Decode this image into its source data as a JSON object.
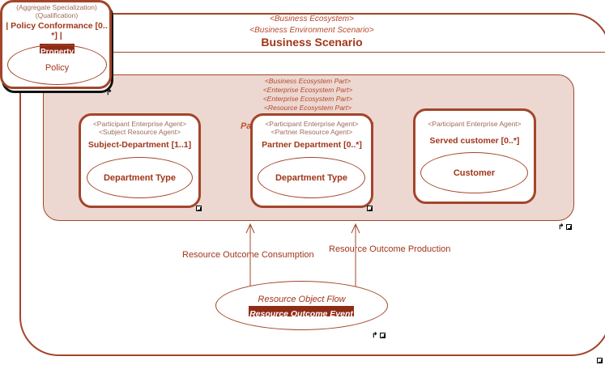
{
  "scenario": {
    "stereotype_1": "<Business Ecosystem>",
    "stereotype_2": "<Business Environment Scenario>",
    "title": "Business Scenario"
  },
  "policy_box": {
    "stereotype_1": "(Aggregate Specialization)",
    "stereotype_2": "(Qualification)",
    "title_line1": "| Policy Conformance [0..",
    "title_line2": "*] |",
    "tag": "Property",
    "oval_label": "Policy"
  },
  "ecosystem_part": {
    "stereotypes": [
      "<Business Ecosystem Part>",
      "<Enterprise Ecosystem Part>",
      "<Enterprise Ecosystem Part>",
      "<Resource Ecosystem Part>"
    ],
    "hidden_label_left": "Pa",
    "hidden_label_right": "]"
  },
  "agents": [
    {
      "stereotype_1": "<Participant Enterprise Agent>",
      "stereotype_2": "<Subject Resource Agent>",
      "title": "Subject-Department [1..1]",
      "oval_label": "Department Type"
    },
    {
      "stereotype_1": "<Participant Enterprise Agent>",
      "stereotype_2": "<Partner Resource Agent>",
      "title": "Partner Department [0..*]",
      "oval_label": "Department Type"
    },
    {
      "stereotype_1": "<Participant Enterprise Agent>",
      "stereotype_2": "",
      "title": "Served customer [0..*]",
      "oval_label": "Customer"
    }
  ],
  "flows": {
    "consumption_label": "Resource Outcome Consumption",
    "production_label": "Resource Outcome Production"
  },
  "object_flow": {
    "label": "Resource Object Flow",
    "tag": "Resource Outcome Event"
  },
  "colors": {
    "accent": "#a3452b",
    "part_fill": "#ecd8d1",
    "text": "#a0361a"
  }
}
